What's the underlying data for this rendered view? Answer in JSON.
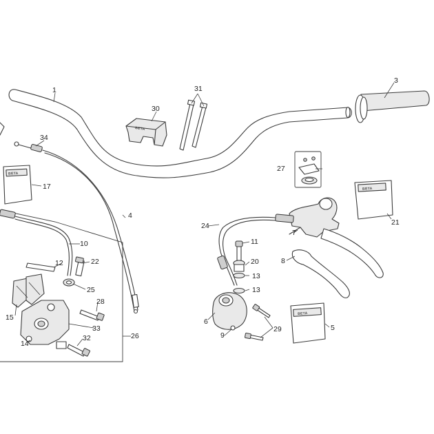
{
  "callouts": {
    "c1": "1",
    "c3": "3",
    "c4": "4",
    "c5": "5",
    "c6": "6",
    "c7": "7",
    "c8": "8",
    "c9": "9",
    "c10": "10",
    "c11": "11",
    "c12": "12",
    "c13a": "13",
    "c13b": "13",
    "c14": "14",
    "c15": "15",
    "c17": "17",
    "c20": "20",
    "c21": "21",
    "c22": "22",
    "c24": "24",
    "c25": "25",
    "c26": "26",
    "c27": "27",
    "c28": "28",
    "c29": "29",
    "c30": "30",
    "c31": "31",
    "c32": "32",
    "c33": "33",
    "c34": "34"
  },
  "brand_mark": "BETA"
}
